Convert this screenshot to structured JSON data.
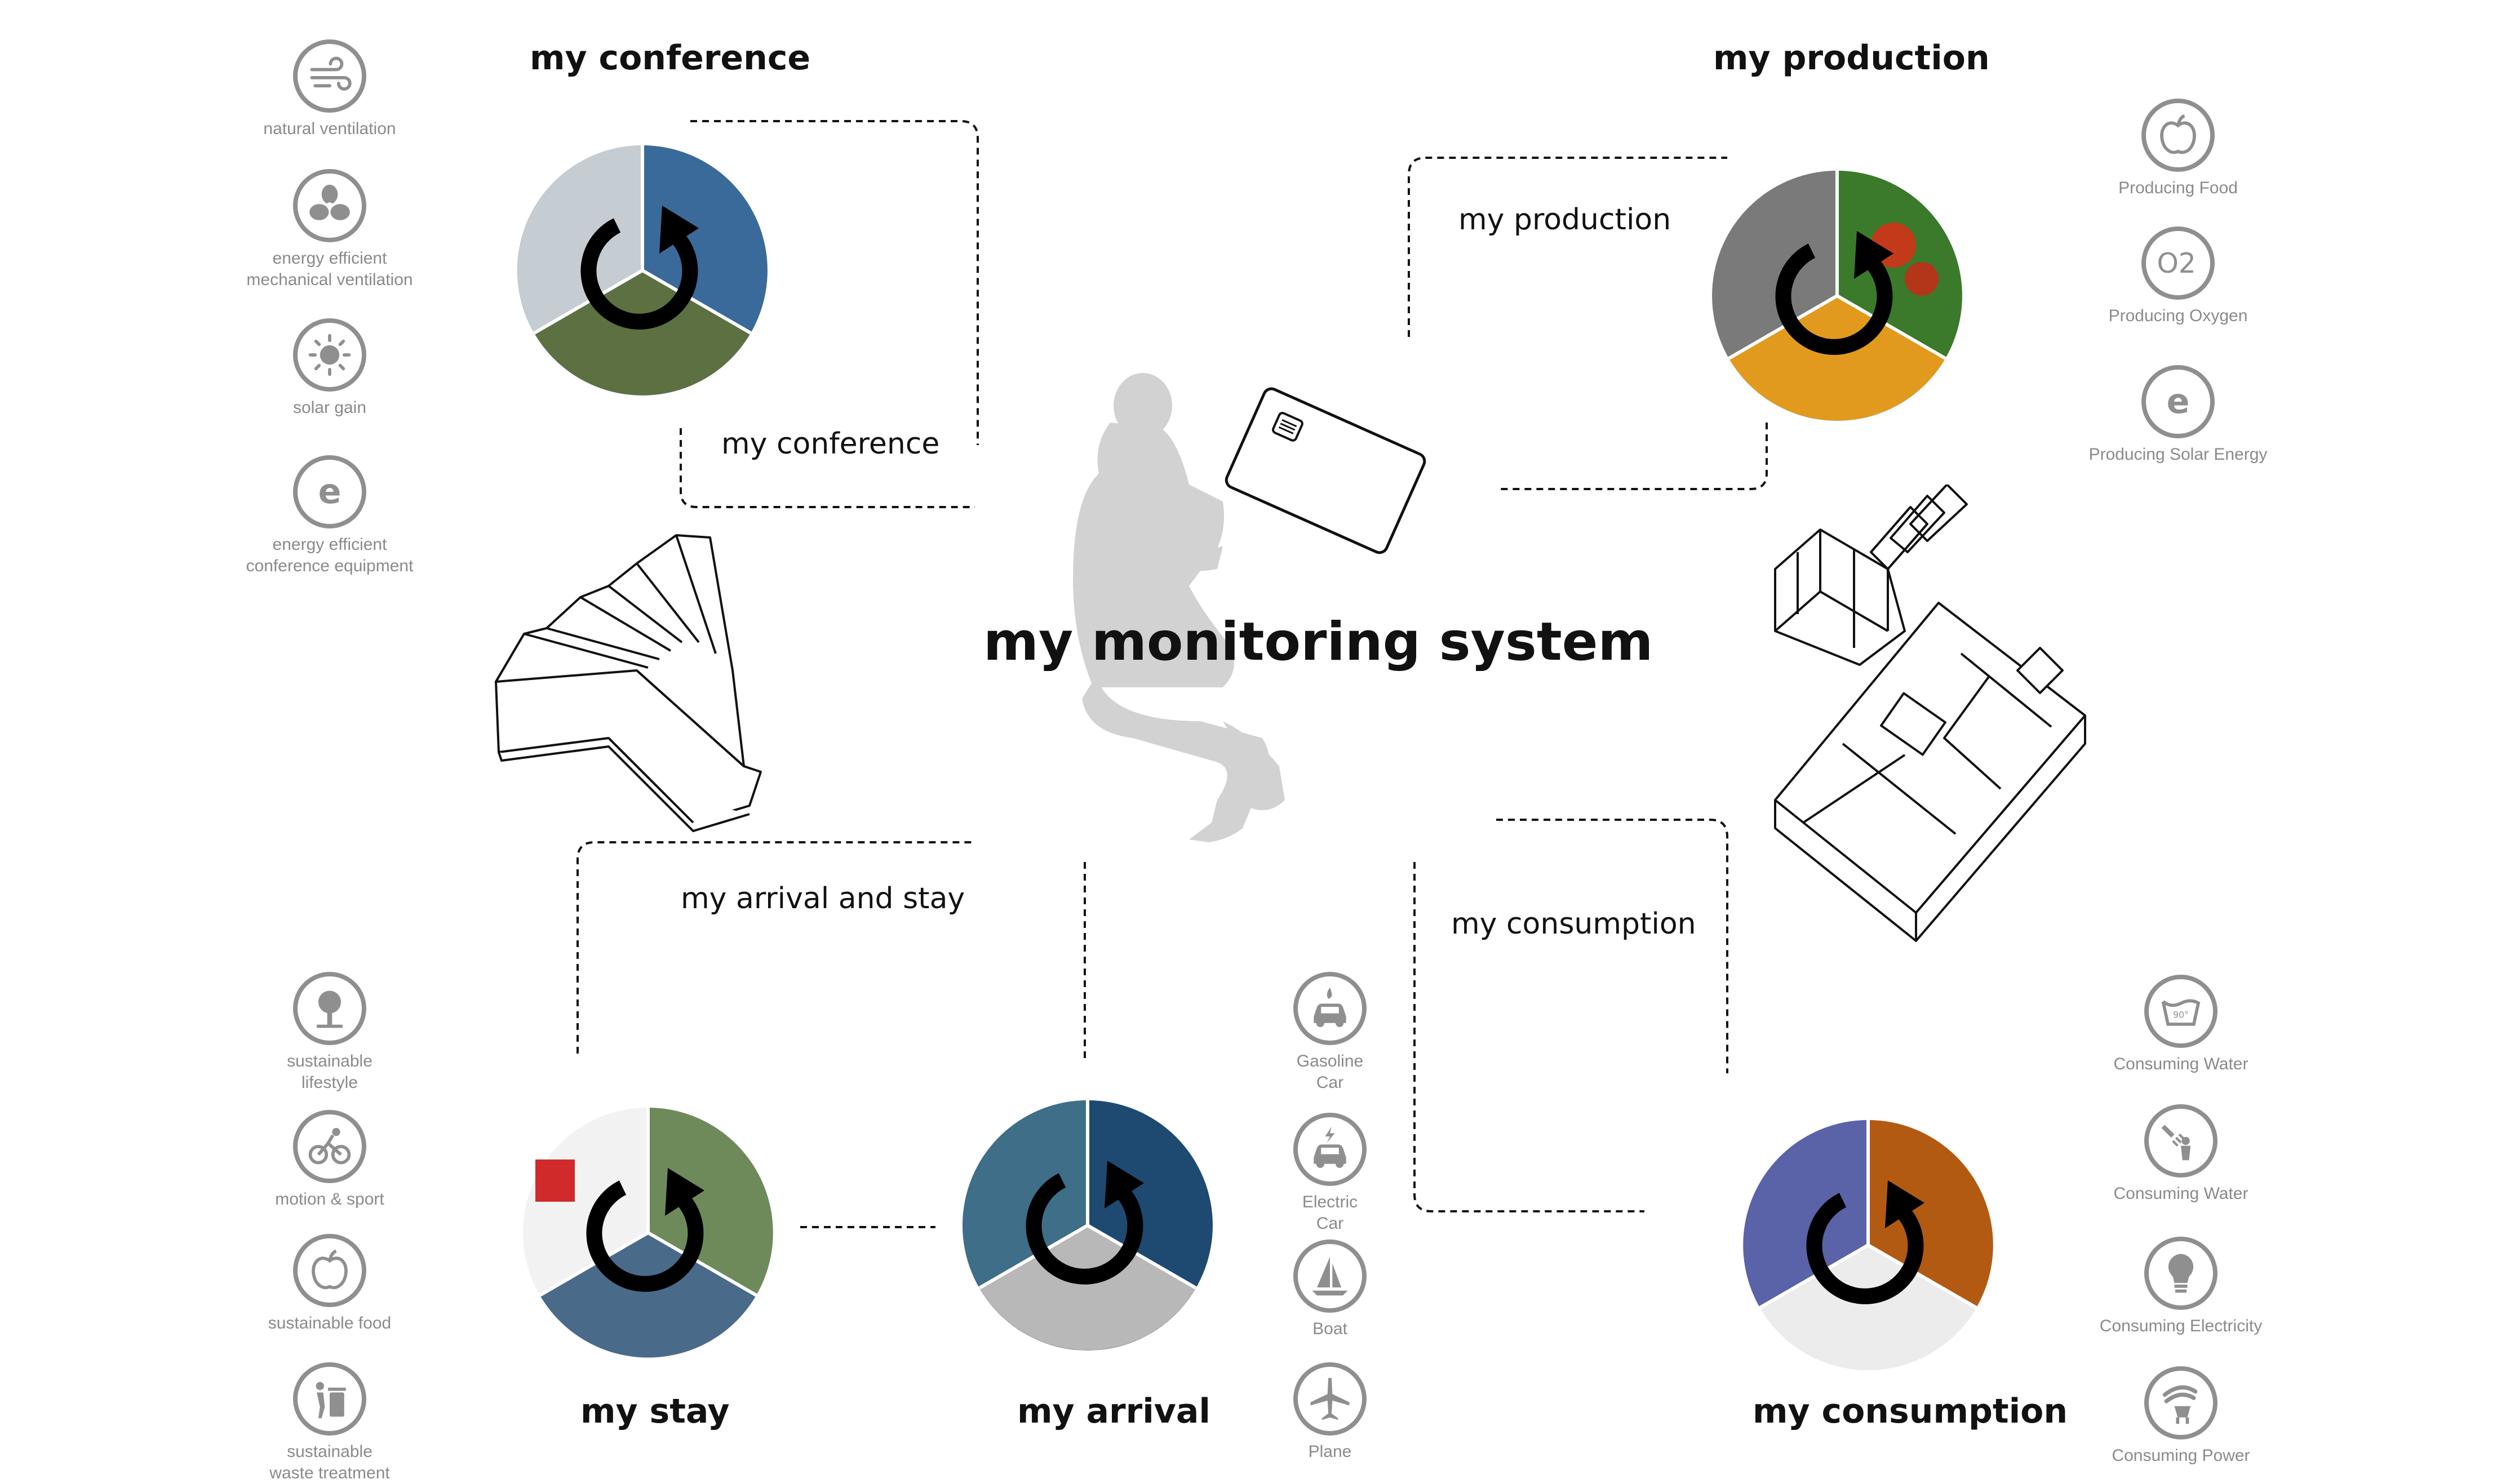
{
  "diagram": {
    "center_title": "my monitoring system",
    "headings": {
      "conference": "my conference",
      "production": "my production",
      "stay": "my stay",
      "arrival": "my arrival",
      "consumption": "my consumption"
    },
    "flow_labels": {
      "conference": "my conference",
      "production": "my production",
      "arrival_and_stay": "my arrival and stay",
      "consumption": "my consumption"
    },
    "icon_groups": {
      "conference": [
        {
          "icon": "wind-icon",
          "label": "natural ventilation"
        },
        {
          "icon": "fan-icon",
          "label": "energy efficient\nmechanical ventilation"
        },
        {
          "icon": "sun-icon",
          "label": "solar gain"
        },
        {
          "icon": "energy-e-icon",
          "label": "energy efficient\nconference equipment"
        }
      ],
      "production": [
        {
          "icon": "apple-icon",
          "label": "Producing Food"
        },
        {
          "icon": "oxygen-icon",
          "label": "Producing Oxygen"
        },
        {
          "icon": "energy-e-icon",
          "label": "Producing Solar Energy"
        }
      ],
      "stay": [
        {
          "icon": "tree-icon",
          "label": "sustainable\nlifestyle"
        },
        {
          "icon": "bicycle-icon",
          "label": "motion & sport"
        },
        {
          "icon": "apple-icon",
          "label": "sustainable food"
        },
        {
          "icon": "waste-bin-icon",
          "label": "sustainable\nwaste treatment"
        }
      ],
      "arrival": [
        {
          "icon": "gasoline-car-icon",
          "label": "Gasoline\nCar"
        },
        {
          "icon": "electric-car-icon",
          "label": "Electric\nCar"
        },
        {
          "icon": "boat-icon",
          "label": "Boat"
        },
        {
          "icon": "plane-icon",
          "label": "Plane"
        }
      ],
      "consumption": [
        {
          "icon": "washing-water-icon",
          "label": "Consuming Water"
        },
        {
          "icon": "shower-icon",
          "label": "Consuming Water"
        },
        {
          "icon": "light-bulb-icon",
          "label": "Consuming Electricity"
        },
        {
          "icon": "power-plug-icon",
          "label": "Consuming Power"
        }
      ]
    },
    "icon_glyphs": {
      "oxygen": "O2",
      "energy": "e",
      "washing_temp": "90°"
    },
    "colors": {
      "icon_gray": "#8f8f8f",
      "silhouette": "#d2d2d2",
      "text": "#111111"
    }
  }
}
